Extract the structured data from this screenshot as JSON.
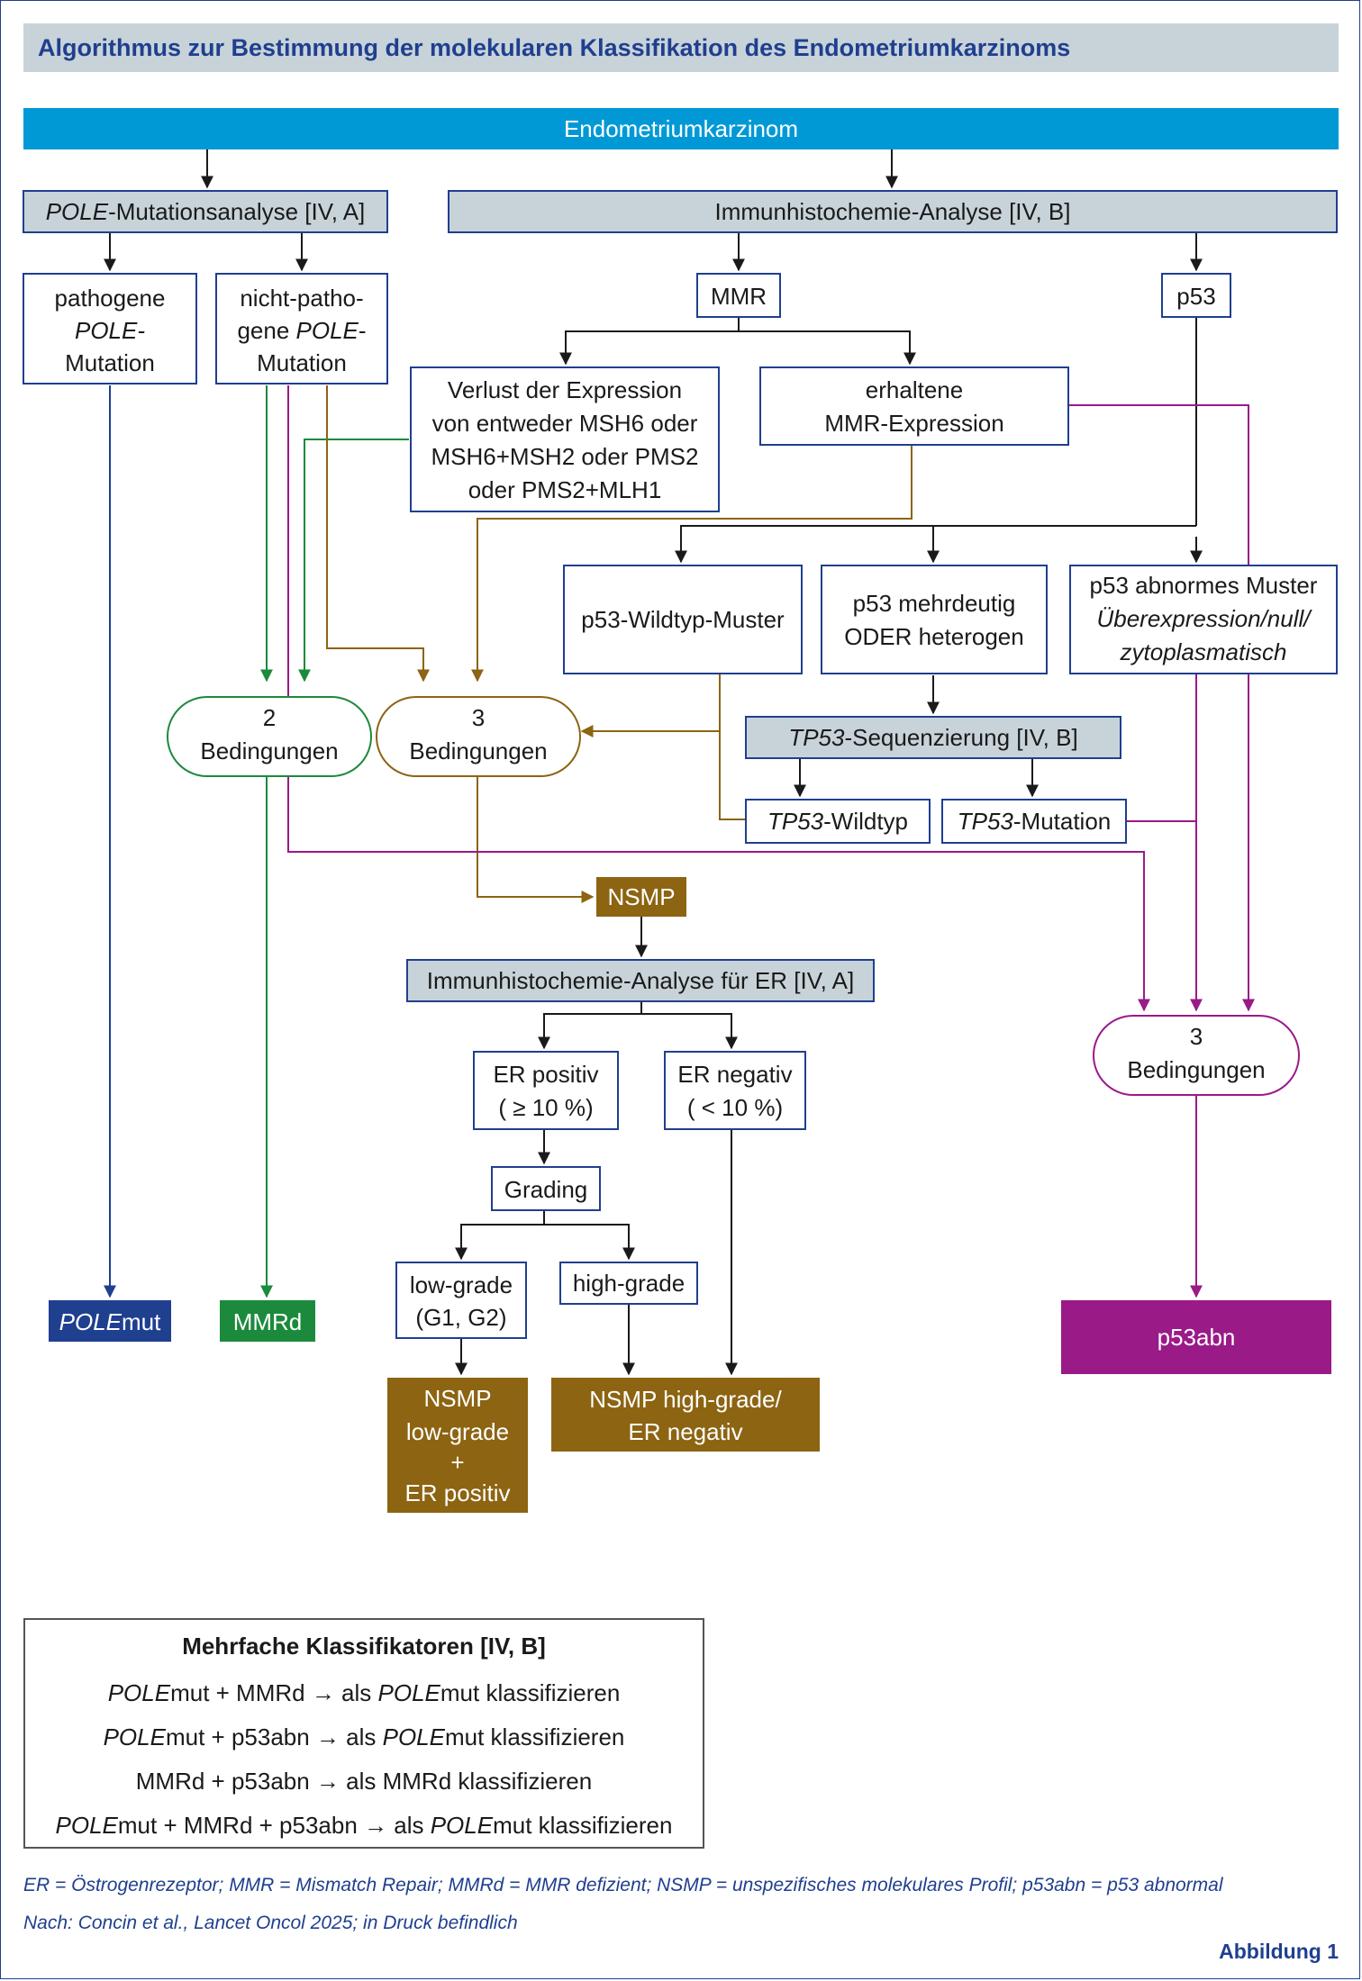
{
  "title": "Algorithmus zur Bestimmung der molekularen Klassifikation des Endometriumkarzinoms",
  "colors": {
    "blue": "#1f3f8f",
    "cyan": "#0099d6",
    "grey": "#c8d3d9",
    "green": "#1c8a3c",
    "brown": "#8c6412",
    "purple": "#9a1a88",
    "black": "#1a1a1a"
  },
  "nodes": {
    "root": "Endometriumkarzinom",
    "pole_analysis": {
      "italic": "POLE",
      "rest": "-Mutationsanalyse [IV, A]"
    },
    "ihc_analysis": "Immunhistochemie-Analyse [IV, B]",
    "pole_pathogenic": [
      "pathogene",
      "POLE-",
      "Mutation"
    ],
    "pole_nonpathogenic": {
      "line1": "nicht-patho-",
      "line2_plain": "gene ",
      "line2_italic": "POLE",
      "line2_end": "-",
      "line3": "Mutation"
    },
    "mmr": "MMR",
    "p53": "p53",
    "mmr_loss": [
      "Verlust der Expression",
      "von entweder MSH6 oder",
      "MSH6+MSH2 oder PMS2",
      "oder PMS2+MLH1"
    ],
    "mmr_retained": [
      "erhaltene",
      "MMR-Expression"
    ],
    "p53_wildtype_pattern": "p53-Wildtyp-Muster",
    "p53_ambiguous": [
      "p53 mehrdeutig",
      "ODER heterogen"
    ],
    "p53_abnormal": [
      "p53 abnormes Muster",
      "Überexpression/null/",
      "zytoplasmatisch"
    ],
    "cond2": [
      "2",
      "Bedingungen"
    ],
    "cond3_nsmp": [
      "3",
      "Bedingungen"
    ],
    "tp53_seq": {
      "italic": "TP53",
      "rest": "-Sequenzierung [IV, B]"
    },
    "tp53_wildtype": {
      "italic": "TP53",
      "rest": "-Wildtyp"
    },
    "tp53_mutation": {
      "italic": "TP53",
      "rest": "-Mutation"
    },
    "nsmp": "NSMP",
    "ihc_er": "Immunhistochemie-Analyse für ER [IV, A]",
    "er_positive": [
      "ER positiv",
      "( ≥ 10 %)"
    ],
    "er_negative": [
      "ER negativ",
      "( < 10 %)"
    ],
    "grading": "Grading",
    "low_grade": [
      "low-grade",
      "(G1, G2)"
    ],
    "high_grade": "high-grade",
    "cond3_p53": [
      "3",
      "Bedingungen"
    ],
    "polemut": {
      "italic": "POLE",
      "rest": "mut"
    },
    "mmrd": "MMRd",
    "p53abn": "p53abn",
    "nsmp_low": [
      "NSMP",
      "low-grade",
      "+",
      "ER positiv"
    ],
    "nsmp_high": [
      "NSMP high-grade/",
      "ER negativ"
    ]
  },
  "legend": {
    "title": "Mehrfache Klassifikatoren [IV, B]",
    "line1": {
      "a": "POLE",
      "b": "mut + MMRd → als ",
      "c": "POLE",
      "d": "mut klassifizieren"
    },
    "line2": {
      "a": "POLE",
      "b": "mut + p53abn → als ",
      "c": "POLE",
      "d": "mut klassifizieren"
    },
    "line3": "MMRd + p53abn → als MMRd klassifizieren",
    "line4": {
      "a": "POLE",
      "b": "mut + MMRd + p53abn → als ",
      "c": "POLE",
      "d": "mut klassifizieren"
    }
  },
  "footnote": "ER = Östrogenrezeptor; MMR = Mismatch Repair; MMRd = MMR defizient; NSMP = unspezifisches molekulares Profil; p53abn = p53 abnormal",
  "source": "Nach: Concin et al., Lancet Oncol 2025; in Druck befindlich",
  "figure_label": "Abbildung 1"
}
